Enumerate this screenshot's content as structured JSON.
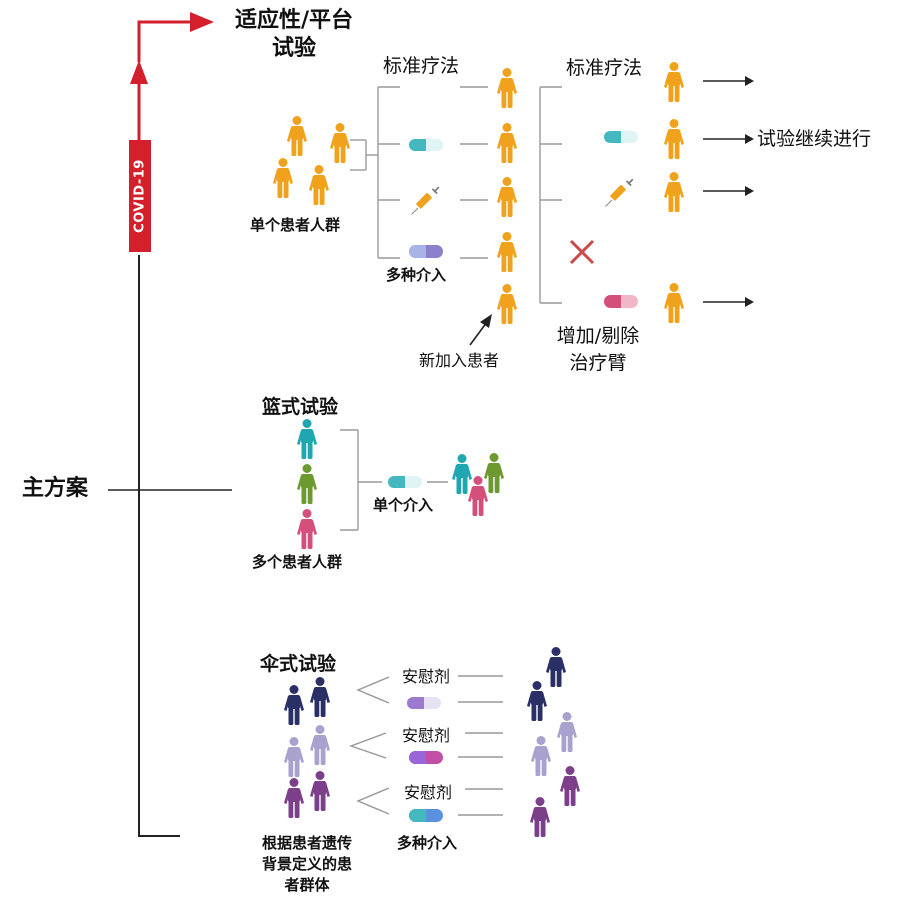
{
  "covid_badge": "COVID-19",
  "master_protocol": "主方案",
  "adaptive": {
    "title_line1": "适应性/平台",
    "title_line2": "试验",
    "standard_care_1": "标准疗法",
    "standard_care_2": "标准疗法",
    "single_population": "单个患者人群",
    "multiple_interventions": "多种介入",
    "new_patients": "新加入患者",
    "add_drop_line1": "增加/剔除",
    "add_drop_line2": "治疗臂",
    "continue": "试验继续进行"
  },
  "basket": {
    "title": "篮式试验",
    "single_intervention": "单个介入",
    "multiple_populations": "多个患者人群"
  },
  "umbrella": {
    "title": "伞式试验",
    "placebo_1": "安慰剂",
    "placebo_2": "安慰剂",
    "placebo_3": "安慰剂",
    "multiple_interventions": "多种介入",
    "population_line1": "根据患者遗传",
    "population_line2": "背景定义的患",
    "population_line3": "者群体"
  },
  "colors": {
    "covid_red": "#d41f2c",
    "adaptive_orange": "#f0a21c",
    "basket_teal": "#1ea7b0",
    "basket_green": "#6c9a31",
    "basket_pink": "#d3507a",
    "umbrella_navy": "#2a2f66",
    "umbrella_lavender": "#a9a2cf",
    "umbrella_purple": "#7c3f8a"
  }
}
